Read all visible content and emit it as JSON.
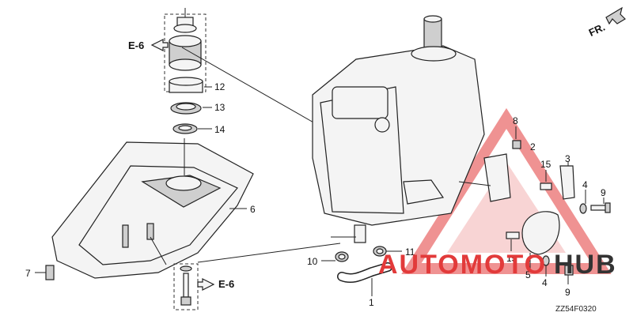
{
  "diagram": {
    "direction_label": "FR.",
    "figure_code": "ZZ54F0320",
    "ref_label": "E-6",
    "callouts": [
      "1",
      "2",
      "3",
      "4",
      "5",
      "6",
      "7",
      "8",
      "9",
      "10",
      "11",
      "12",
      "13",
      "14",
      "15"
    ],
    "repeat": {
      "four_b": "4",
      "nine_b": "9",
      "fifteen_b": "15"
    }
  },
  "watermark": {
    "text_red": "AUTOMOTO",
    "text_dark": "HUB",
    "color_red": "#e23a3a",
    "color_dark": "#333333"
  }
}
